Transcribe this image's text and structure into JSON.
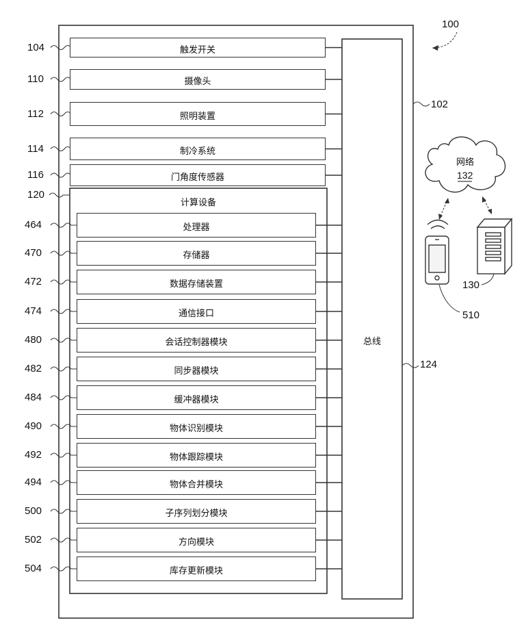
{
  "figure_ref": "100",
  "device_ref": "102",
  "bus": {
    "label": "总线",
    "ref": "124"
  },
  "components": [
    {
      "ref": "104",
      "label": "触发开关"
    },
    {
      "ref": "110",
      "label": "摄像头"
    },
    {
      "ref": "112",
      "label": "照明装置"
    },
    {
      "ref": "114",
      "label": "制冷系统"
    },
    {
      "ref": "116",
      "label": "门角度传感器"
    }
  ],
  "computing_device": {
    "ref": "120",
    "label": "计算设备",
    "modules": [
      {
        "ref": "464",
        "label": "处理器"
      },
      {
        "ref": "470",
        "label": "存储器"
      },
      {
        "ref": "472",
        "label": "数据存储装置"
      },
      {
        "ref": "474",
        "label": "通信接口"
      },
      {
        "ref": "480",
        "label": "会话控制器模块"
      },
      {
        "ref": "482",
        "label": "同步器模块"
      },
      {
        "ref": "484",
        "label": "缓冲器模块"
      },
      {
        "ref": "490",
        "label": "物体识别模块"
      },
      {
        "ref": "492",
        "label": "物体跟踪模块"
      },
      {
        "ref": "494",
        "label": "物体合并模块"
      },
      {
        "ref": "500",
        "label": "子序列划分模块"
      },
      {
        "ref": "502",
        "label": "方向模块"
      },
      {
        "ref": "504",
        "label": "库存更新模块"
      }
    ]
  },
  "network": {
    "label": "网络",
    "ref": "132"
  },
  "server": {
    "ref": "130",
    "icon": "server-tower-icon"
  },
  "mobile": {
    "ref": "510",
    "icon": "mobile-phone-icon"
  }
}
